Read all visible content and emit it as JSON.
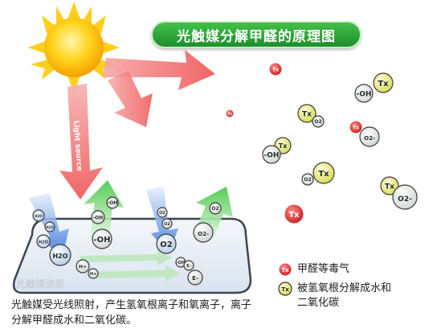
{
  "title": "光触媒分解甲醛的原理图",
  "arrow_label": "Light source",
  "watermark": "光触媒涂层",
  "caption": "光触媒受光线照射，产生氢氧根离子和氧离子，离子分解甲醛成水和二氧化碳。",
  "legend": [
    {
      "symbol": "Tx",
      "text": "甲醛等毒气"
    },
    {
      "symbol": "Tx",
      "text": "被氢氧根分解成水和二氧化碳"
    }
  ],
  "labels": {
    "tx": "Tx",
    "oh": "-OH",
    "o2": "O2",
    "o2minus": "O2-",
    "h2o": "H2O",
    "e": "E-",
    "h": "H+"
  },
  "colors": {
    "title_green": "#2aa63a",
    "sun": "#ffd21a",
    "light_arrow": "#f06a6a",
    "green_arrow": "#6ed66e",
    "blue_arrow": "#3a7fe0",
    "toxic_red": "#e23a3a",
    "decomposed_yellow": "#f3f59a"
  }
}
